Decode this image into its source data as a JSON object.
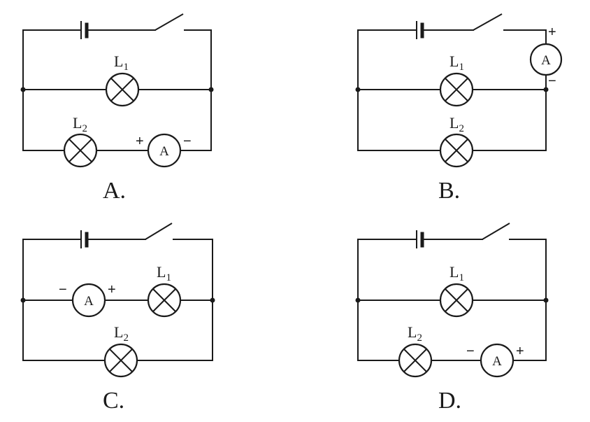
{
  "colors": {
    "ink": "#1a1a1a",
    "background": "#ffffff"
  },
  "lamp_letter": "L",
  "meter_letter": "A",
  "circuits": {
    "a": {
      "caption": "A.",
      "l1_sub": "1",
      "l2_sub": "2",
      "meter_left_sign": "+",
      "meter_right_sign": "−"
    },
    "b": {
      "caption": "B.",
      "l1_sub": "1",
      "l2_sub": "2",
      "meter_top_sign": "+",
      "meter_bottom_sign": "−"
    },
    "c": {
      "caption": "C.",
      "l1_sub": "1",
      "l2_sub": "2",
      "meter_left_sign": "−",
      "meter_right_sign": "+"
    },
    "d": {
      "caption": "D.",
      "l1_sub": "1",
      "l2_sub": "2",
      "meter_left_sign": "−",
      "meter_right_sign": "+"
    }
  }
}
